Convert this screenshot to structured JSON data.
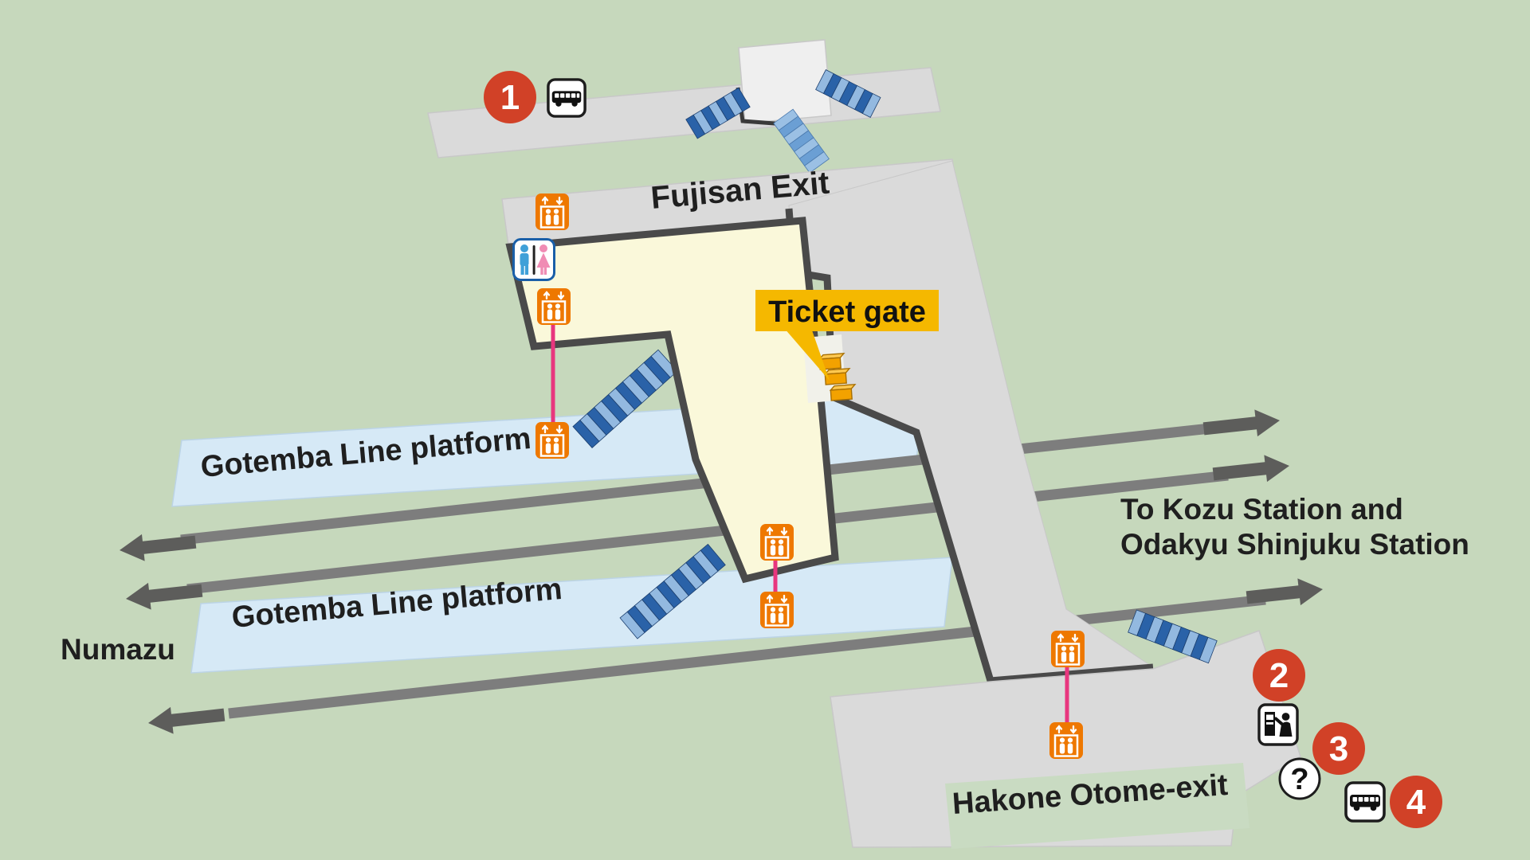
{
  "labels": {
    "fujisan_exit": "Fujisan Exit",
    "ticket_gate": "Ticket gate",
    "platform_top": "Gotemba Line platform",
    "platform_bottom": "Gotemba Line platform",
    "numazu": "Numazu",
    "to_kozu_line1": "To Kozu Station and",
    "to_kozu_line2": "Odakyu Shinjuku Station",
    "hakone_exit": "Hakone Otome-exit",
    "info_glyph": "?"
  },
  "markers": [
    {
      "number": "1",
      "icon": "bus-stop-icon"
    },
    {
      "number": "2",
      "icon": "ticket-machine-icon"
    },
    {
      "number": "3",
      "icon": "information-icon"
    },
    {
      "number": "4",
      "icon": "bus-stop-icon"
    }
  ],
  "colors": {
    "background_green": "#c6d8bc",
    "walkway_gray": "#dadada",
    "landing_white": "#efefef",
    "border_dark": "#4a4a4a",
    "concourse_yellow": "#faf8da",
    "platform_blue": "#d6e9f6",
    "track_gray": "#7d7d7d",
    "arrow_gray": "#5d5d5b",
    "highlight_yellow": "#f5b800",
    "gate_orange": "#f3a200",
    "marker_red": "#d14127",
    "elevator_orange": "#ee7800",
    "restroom_border_blue": "#1a5fa8",
    "restroom_man_blue": "#3fa0d8",
    "restroom_woman_pink": "#f08cb4",
    "stairs_dark_blue": "#2a62a8",
    "stairs_light_blue": "#93b9e0",
    "connector_pink": "#e8367e"
  }
}
